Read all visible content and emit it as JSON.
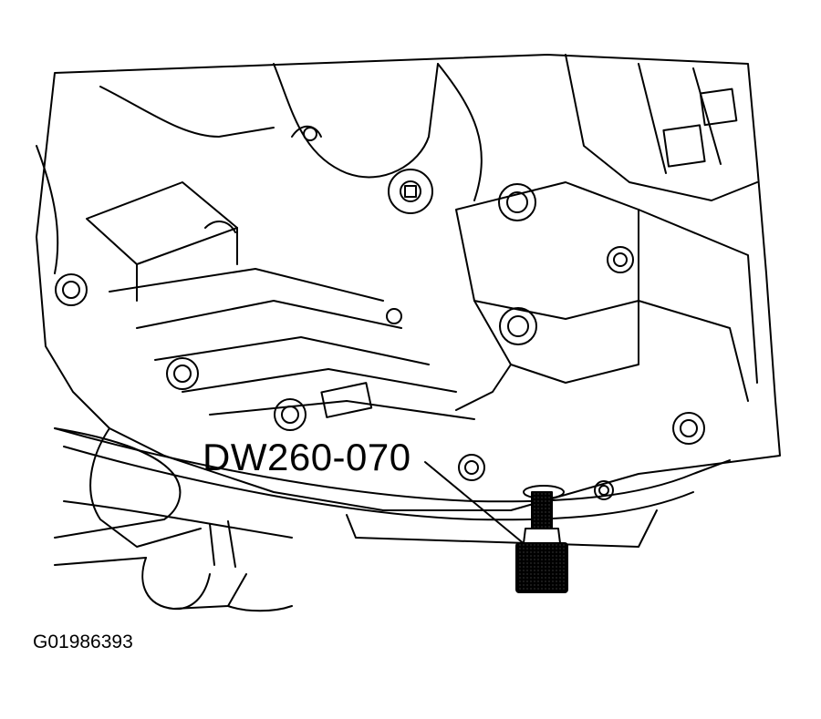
{
  "callout": {
    "tool_number": "DW260-070"
  },
  "figure": {
    "id": "G01986393"
  },
  "colors": {
    "line": "#000000",
    "background": "#ffffff",
    "tool_fill": "#4a4a4a"
  },
  "parts": [
    "transaxle-case",
    "oil-pan",
    "pan-bolts",
    "drain-plug",
    "special-tool"
  ]
}
